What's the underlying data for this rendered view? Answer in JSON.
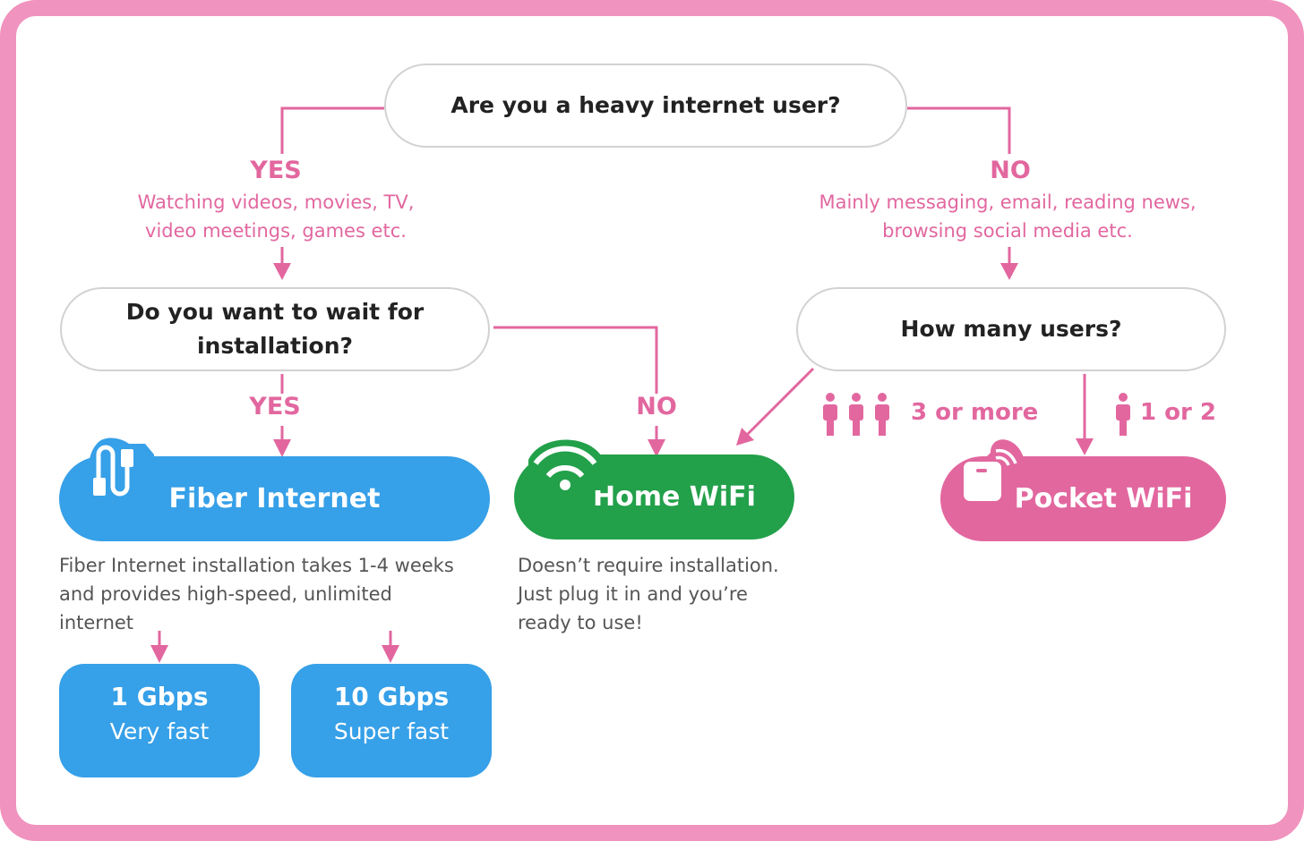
{
  "q1": {
    "text": "Are you a heavy internet user?"
  },
  "yes_branch": {
    "label": "YES",
    "detail_1": "Watching videos, movies, TV,",
    "detail_2": "video meetings, games etc."
  },
  "no_branch": {
    "label": "NO",
    "detail_1": "Mainly messaging, email, reading news,",
    "detail_2": "browsing social media etc."
  },
  "q2": {
    "text": "Do you want to wait for installation?",
    "yes": "YES",
    "no": "NO"
  },
  "q3": {
    "text": "How many users?",
    "many": "3 or more",
    "few": "1 or 2"
  },
  "fiber": {
    "title": "Fiber Internet",
    "desc_1": "Fiber Internet installation takes 1-4 weeks",
    "desc_2": "and provides high-speed, unlimited",
    "desc_3": "internet"
  },
  "home": {
    "title": "Home WiFi",
    "desc_1": "Doesn’t require installation.",
    "desc_2": "Just plug it in and you’re",
    "desc_3": "ready to use!"
  },
  "pocket": {
    "title": "Pocket WiFi"
  },
  "speeds": [
    {
      "speed": "1 Gbps",
      "label": "Very fast"
    },
    {
      "speed": "10 Gbps",
      "label": "Super fast"
    }
  ],
  "colors": {
    "pink": "#E2679F",
    "frame": "#F093BE",
    "blue": "#36A0E8",
    "green": "#22A04A"
  }
}
